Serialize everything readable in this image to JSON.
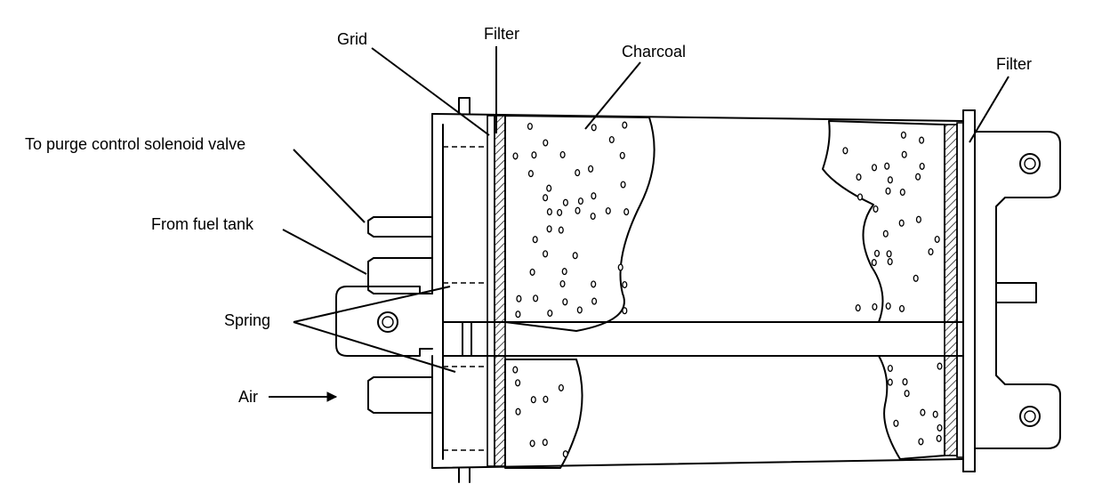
{
  "labels": {
    "grid": "Grid",
    "filter_left": "Filter",
    "charcoal": "Charcoal",
    "filter_right": "Filter",
    "purge": "To purge control solenoid valve",
    "fuel_tank": "From fuel tank",
    "spring": "Spring",
    "air": "Air"
  }
}
